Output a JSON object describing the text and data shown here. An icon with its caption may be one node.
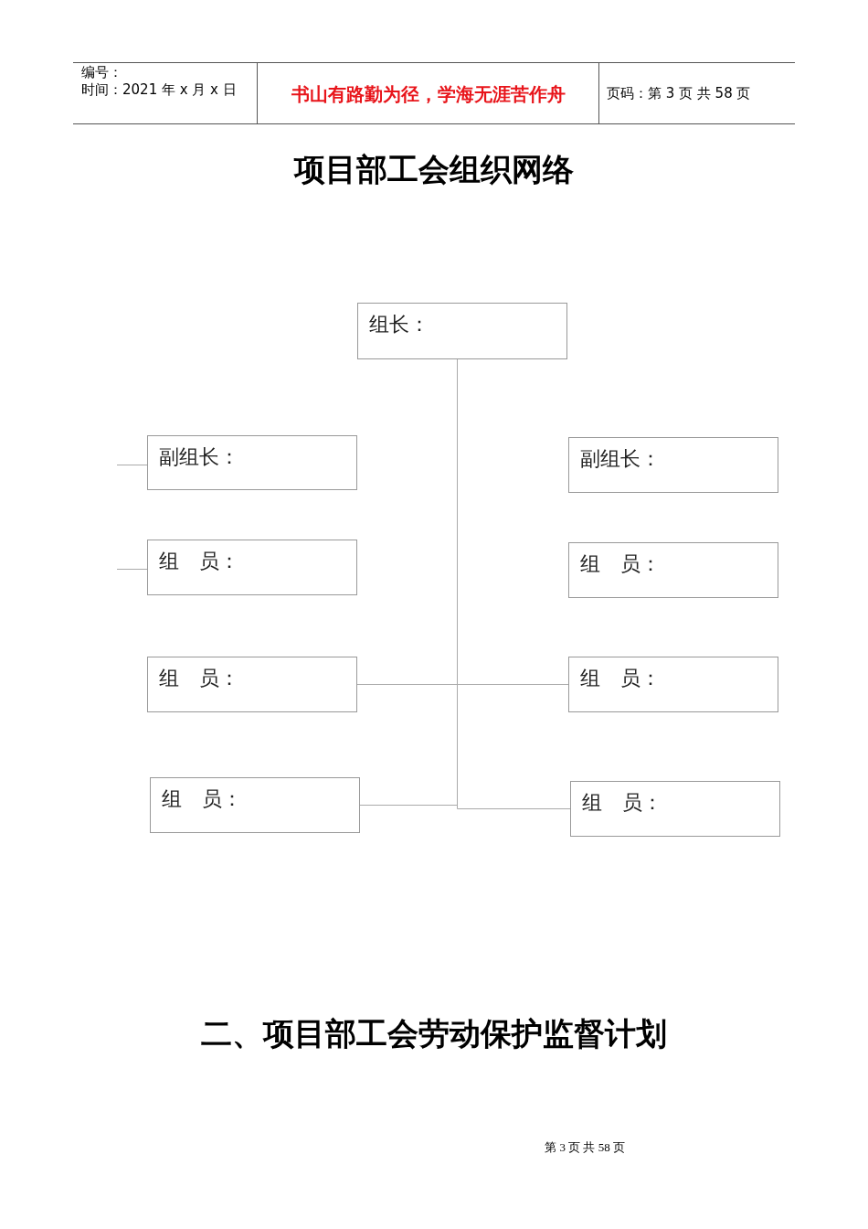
{
  "diagram": {
    "title": "项目部工会组织网络",
    "nodes": [
      {
        "text": [
          "组长："
        ]
      },
      {
        "text": [
          "副组长："
        ]
      },
      {
        "text": [
          "副组长："
        ]
      },
      {
        "text": [
          "组　员："
        ]
      },
      {
        "text": [
          "组　员："
        ]
      },
      {
        "text": [
          "组　员："
        ]
      },
      {
        "text": [
          "组　员："
        ]
      },
      {
        "text": [
          "组　员："
        ]
      },
      {
        "text": [
          "组　员："
        ]
      }
    ],
    "edges": [
      {
        "from": 0,
        "to": 5,
        "arrow": "none"
      },
      {
        "from": 0,
        "to": 6,
        "arrow": "none"
      },
      {
        "from": 0,
        "to": 7,
        "arrow": "none"
      },
      {
        "from": 0,
        "to": 8,
        "arrow": "none"
      }
    ],
    "labels": [
      "编号：",
      "时间：2021 年 x 月 x 日",
      "书山有路勤为径，学海无涯苦作舟",
      "页码：第 3 页 共 58 页",
      "二、项目部工会劳动保护监督计划",
      "第 3 页 共 58 页"
    ]
  }
}
